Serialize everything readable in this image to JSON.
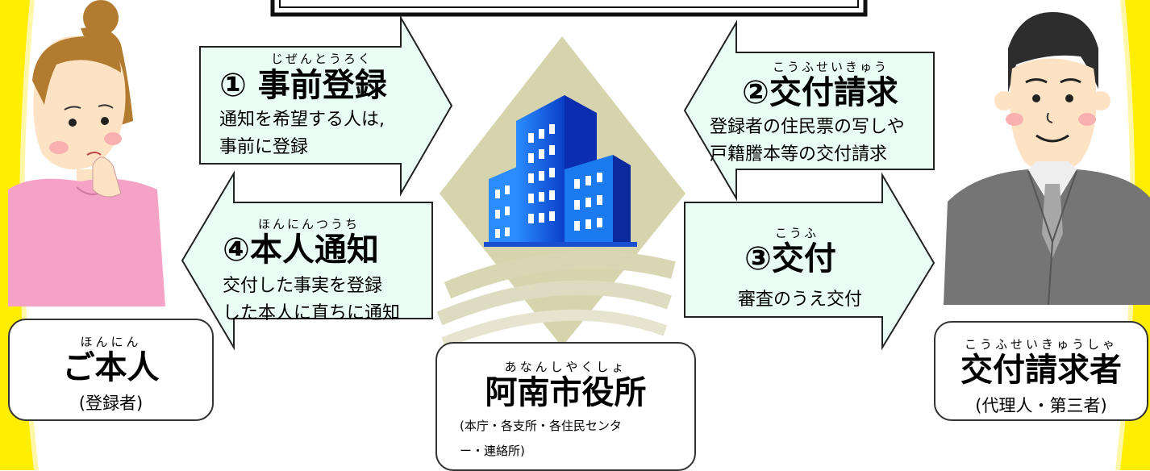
{
  "steps": {
    "s1": {
      "ruby": "じぜんとうろく",
      "title": "① 事前登録",
      "lines": [
        "通知を希望する人は,",
        "事前に登録"
      ]
    },
    "s2": {
      "ruby": "こうふせいきゅう",
      "title": "②交付請求",
      "lines": [
        "登録者の住民票の写しや",
        "戸籍謄本等の交付請求"
      ]
    },
    "s3": {
      "ruby": "こうふ",
      "title": "③交付",
      "lines": [
        "審査のうえ交付"
      ]
    },
    "s4": {
      "ruby": "ほんにんつうち",
      "title": "④本人通知",
      "lines": [
        "交付した事実を登録",
        "した本人に直ちに通知"
      ]
    }
  },
  "parties": {
    "person": {
      "ruby": "ほんにん",
      "name": "ご本人",
      "sub": "(登録者)"
    },
    "cityhall": {
      "ruby": "あなんしやくしょ",
      "name": "阿南市役所",
      "sub_lines": [
        "(本庁・各支所・各住民センタ",
        "ー・連絡所)"
      ]
    },
    "requester": {
      "ruby": "こうふせいきゅうしゃ",
      "name": "交付請求者",
      "sub": "(代理人・第三者)"
    }
  },
  "colors": {
    "arrow_fill": "#eafdf4",
    "arrow_stroke": "#222222",
    "glow": "#ffee00",
    "diamond": "#d5d3ad",
    "building": "#1a66e6"
  }
}
